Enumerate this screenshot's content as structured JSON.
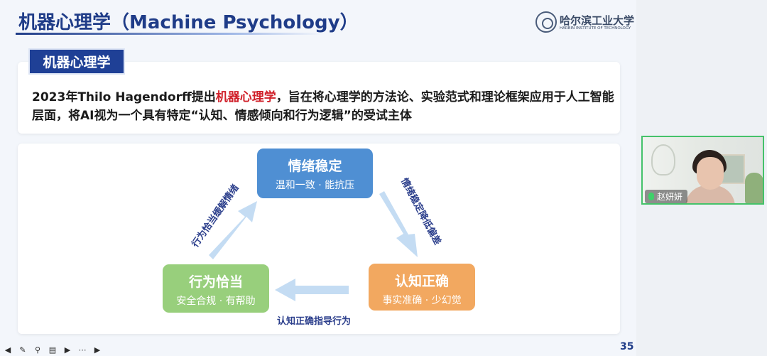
{
  "slide": {
    "title": "机器心理学（Machine Psychology）",
    "logo_cn": "哈尔滨工业大学",
    "logo_en": "HARBIN INSTITUTE OF TECHNOLOGY",
    "tag": "机器心理学",
    "intro_before": "2023年Thilo  Hagendorff提出",
    "intro_highlight": "机器心理学",
    "intro_after": "，旨在将心理学的方法论、实验范式和理论框架应用于人工智能层面，将AI视为一个具有特定“认知、情感倾向和行为逻辑”的受试主体",
    "page_number": "35",
    "colors": {
      "title": "#1f3c88",
      "highlight": "#d0202a",
      "node_top": "#4f8fd3",
      "node_right": "#f2a860",
      "node_left": "#98cf7c",
      "arrow": "#c4dcf3"
    }
  },
  "diagram": {
    "nodes": {
      "top": {
        "title": "情绪稳定",
        "subtitle": "温和一致 · 能抗压"
      },
      "right": {
        "title": "认知正确",
        "subtitle": "事实准确 · 少幻觉"
      },
      "left": {
        "title": "行为恰当",
        "subtitle": "安全合规 · 有帮助"
      }
    },
    "arrows": {
      "left": "行为恰当缓解情绪",
      "right": "情绪稳定降低偏差",
      "bottom": "认知正确指导行为"
    }
  },
  "video": {
    "participant": "赵妍妍",
    "mic_icon": "mic-icon"
  },
  "toolbar": [
    "prev-icon",
    "pen-icon",
    "zoom-icon",
    "cc-icon",
    "camera-icon",
    "more-icon",
    "next-icon"
  ]
}
